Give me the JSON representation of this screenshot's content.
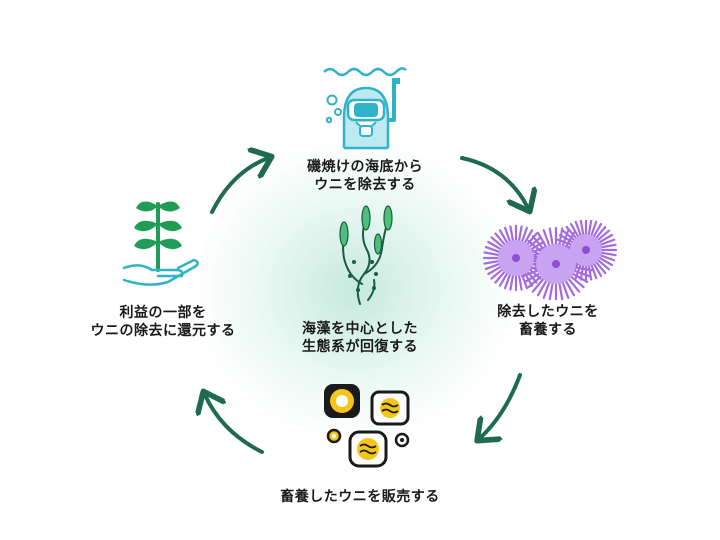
{
  "center": {
    "line1": "海藻を中心とした",
    "line2": "生態系が回復する"
  },
  "steps": [
    {
      "id": "remove",
      "line1": "磯焼けの海底から",
      "line2": "ウニを除去する",
      "icon": "diver-icon"
    },
    {
      "id": "farm",
      "line1": "除去したウニを",
      "line2": "畜養する",
      "icon": "sea-urchin-icon"
    },
    {
      "id": "sell",
      "line1": "畜養したウニを販売する",
      "icon": "urchin-dishes-icon"
    },
    {
      "id": "reinvest",
      "line1": "利益の一部を",
      "line2": "ウニの除去に還元する",
      "icon": "sprout-in-hand-icon"
    }
  ],
  "colors": {
    "arrow": "#1f6b4f",
    "accent": "#2fb3c9",
    "plant": "#1f9d55",
    "urchin": "#a46be0",
    "dish": "#f5c518"
  }
}
